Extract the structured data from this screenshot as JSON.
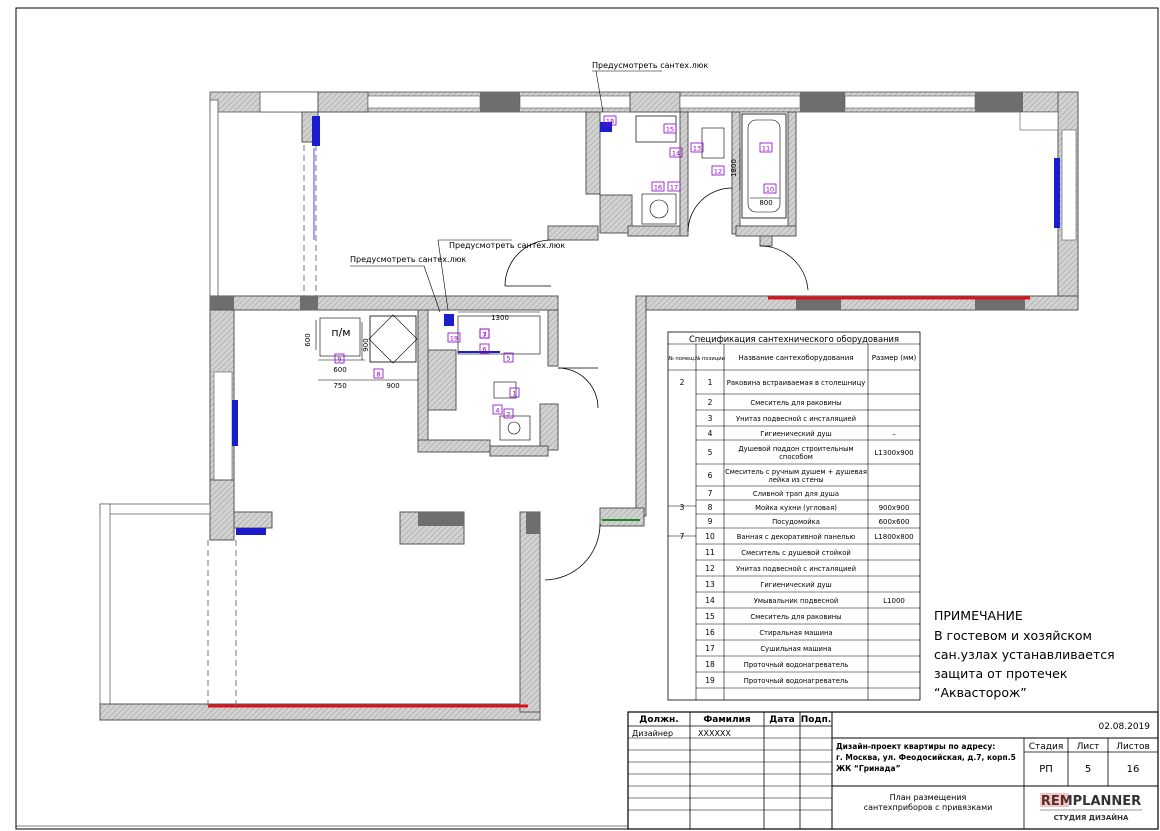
{
  "colors": {
    "wall": "#bfbfbf",
    "wall_dark": "#6e6e6e",
    "pipe_tag": "#8b00c8",
    "radiator": "#1c1ccf",
    "waterproof": "#e0101a",
    "window_green": "#1a8a1a",
    "brand_red": "#d11a1a"
  },
  "callouts": [
    {
      "text": "Предусмотреть сантех.люк",
      "icon": "leader-arrow-icon"
    },
    {
      "text": "Предусмотреть сантех.люк",
      "icon": "leader-arrow-icon"
    },
    {
      "text": "Предусмотреть сантех.люк",
      "icon": "leader-arrow-icon"
    }
  ],
  "plan_labels": {
    "pantry": "п/м",
    "dim_600": "600",
    "dim_750": "750",
    "dim_900": "900",
    "dim_1300": "1300",
    "dim_1800": "1800",
    "dim_800": "800"
  },
  "equipment_tags": [
    "1",
    "2",
    "3",
    "4",
    "5",
    "6",
    "7",
    "8",
    "9",
    "10",
    "11",
    "12",
    "13",
    "14",
    "15",
    "16",
    "17",
    "18",
    "19"
  ],
  "spec_table": {
    "title": "Спецификация сантехнического оборудования",
    "headers": [
      "№ помещ.",
      "№ позиции",
      "Название сантехоборудования",
      "Размер (мм)"
    ],
    "rows": [
      {
        "room": "2",
        "pos": "1",
        "name": "Раковина встраиваемая в столешницу",
        "size": ""
      },
      {
        "room": "",
        "pos": "2",
        "name": "Смеситель для раковины",
        "size": ""
      },
      {
        "room": "",
        "pos": "3",
        "name": "Унитаз подвесной с инсталяцией",
        "size": ""
      },
      {
        "room": "",
        "pos": "4",
        "name": "Гигиенический душ",
        "size": "–"
      },
      {
        "room": "",
        "pos": "5",
        "name": "Душевой поддон строительным способом",
        "size": "L1300x900"
      },
      {
        "room": "",
        "pos": "6",
        "name": "Смеситель с ручным душем + душевая лейка из стены",
        "size": ""
      },
      {
        "room": "",
        "pos": "7",
        "name": "Сливной трап для душа",
        "size": ""
      },
      {
        "room": "3",
        "pos": "8",
        "name": "Мойка кухни (угловая)",
        "size": "900x900"
      },
      {
        "room": "",
        "pos": "9",
        "name": "Посудомойка",
        "size": "600x600"
      },
      {
        "room": "7",
        "pos": "10",
        "name": "Ванная с декоративной панелью",
        "size": "L1800x800"
      },
      {
        "room": "",
        "pos": "11",
        "name": "Смеситель с душевой стойкой",
        "size": ""
      },
      {
        "room": "",
        "pos": "12",
        "name": "Унитаз подвесной с инсталяцией",
        "size": ""
      },
      {
        "room": "",
        "pos": "13",
        "name": "Гигиенический душ",
        "size": ""
      },
      {
        "room": "",
        "pos": "14",
        "name": "Умывальник подвесной",
        "size": "L1000"
      },
      {
        "room": "",
        "pos": "15",
        "name": "Смеситель для раковины",
        "size": ""
      },
      {
        "room": "",
        "pos": "16",
        "name": "Стиральная машина",
        "size": ""
      },
      {
        "room": "",
        "pos": "17",
        "name": "Сушильная машина",
        "size": ""
      },
      {
        "room": "",
        "pos": "18",
        "name": "Проточный водонагреватель",
        "size": ""
      },
      {
        "room": "",
        "pos": "19",
        "name": "Проточный водонагреватель",
        "size": ""
      }
    ]
  },
  "note": {
    "title": "ПРИМЕЧАНИЕ",
    "lines": [
      "В гостевом и хозяйском",
      "сан.узлах устанавливается",
      "защита от протечек",
      "“Аквасторож”"
    ]
  },
  "title_block": {
    "headers": [
      "Должн.",
      "Фамилия",
      "Дата",
      "Подп."
    ],
    "role": "Дизайнер",
    "name": "XXXXXX",
    "date": "02.08.2019",
    "project_lines": [
      "Дизайн-проект квартиры по адресу:",
      "г. Москва, ул. Феодосийская, д.7, корп.5",
      "ЖК “Гринада”"
    ],
    "stage_header": "Стадия",
    "sheet_header": "Лист",
    "sheets_header": "Листов",
    "stage": "РП",
    "sheet": "5",
    "sheets": "16",
    "drawing_title_lines": [
      "План размещения",
      "сантехприборов с привязками"
    ],
    "brand": "REMPLANNER",
    "brand_sub": "СТУДИЯ ДИЗАЙНА"
  }
}
